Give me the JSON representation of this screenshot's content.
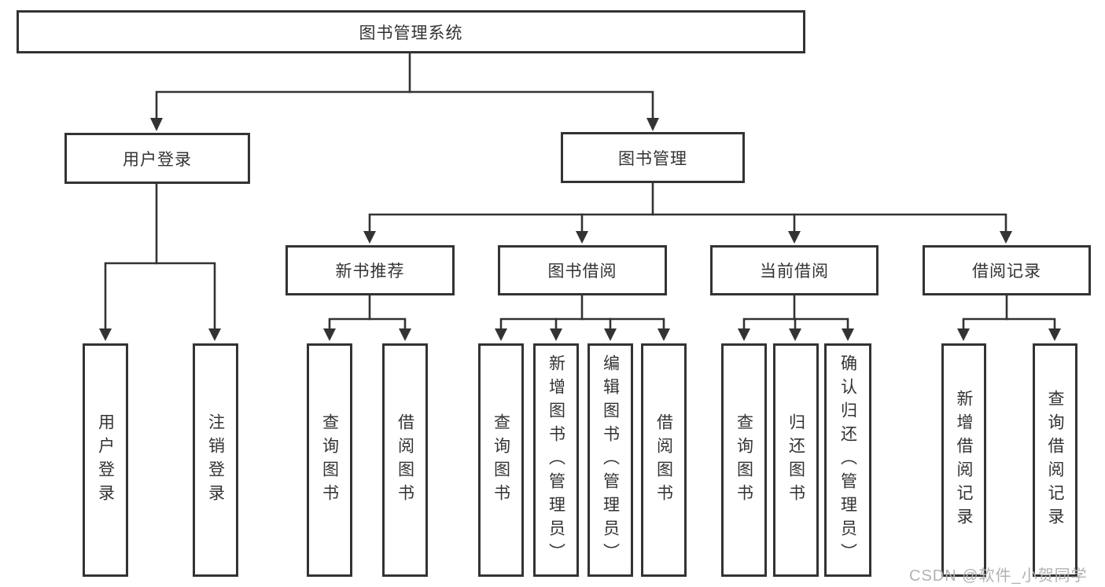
{
  "theme": {
    "line_color": "#333333",
    "box_border_color": "#333333",
    "text_color": "#333333",
    "watermark_color": "#b2b2b2",
    "background": "#ffffff"
  },
  "diagram": {
    "root_label": "图书管理系统",
    "level2": [
      {
        "label": "用户登录"
      },
      {
        "label": "图书管理"
      }
    ],
    "level3": [
      {
        "label": "新书推荐"
      },
      {
        "label": "图书借阅"
      },
      {
        "label": "当前借阅"
      },
      {
        "label": "借阅记录"
      }
    ],
    "leaf_groups": {
      "user_login": [
        "用户登录",
        "注销登录"
      ],
      "new_book_recommend": [
        "查询图书",
        "借阅图书"
      ],
      "book_borrow": [
        "查询图书",
        "新增图书（管理员）",
        "编辑图书（管理员）",
        "借阅图书"
      ],
      "current_borrow": [
        "查询图书",
        "归还图书",
        "确认归还（管理员）"
      ],
      "borrow_records": [
        "新增借阅记录",
        "查询借阅记录"
      ]
    }
  },
  "watermark": "CSDN @软件_小贺同学"
}
